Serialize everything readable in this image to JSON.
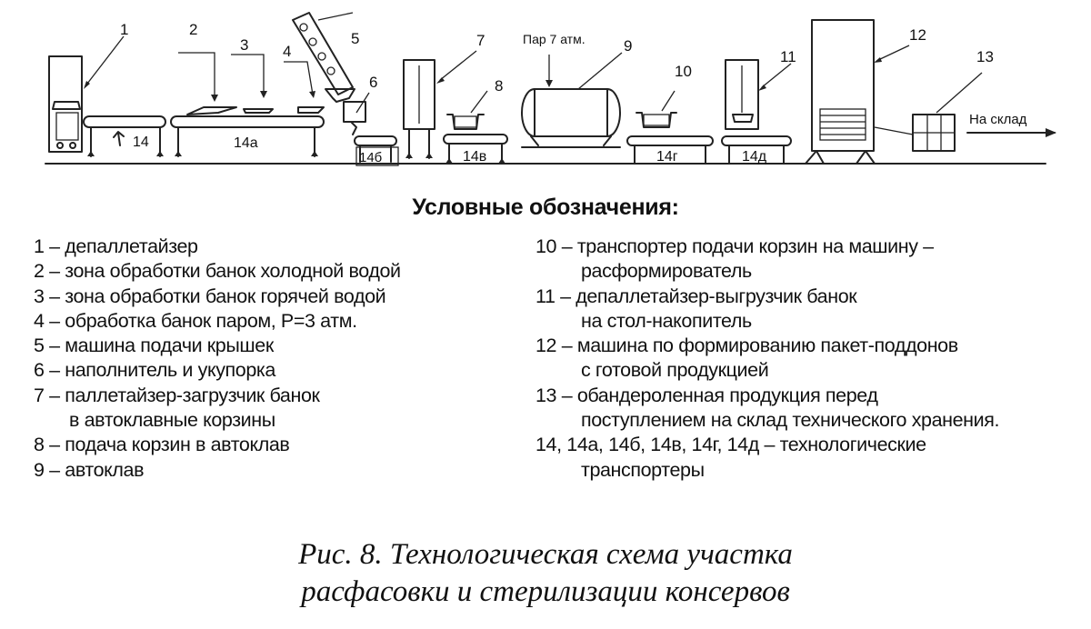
{
  "scheme": {
    "callouts": [
      "1",
      "2",
      "3",
      "4",
      "5",
      "6",
      "7",
      "8",
      "9",
      "10",
      "11",
      "12",
      "13"
    ],
    "conveyors": [
      "14",
      "14а",
      "14б",
      "14в",
      "14г",
      "14д"
    ],
    "steam_label": "Пар 7 атм.",
    "exit_label": "На склад"
  },
  "legend": {
    "title": "Условные обозначения:",
    "left": [
      {
        "lines": [
          "1 – депаллетайзер"
        ]
      },
      {
        "lines": [
          "2 – зона обработки банок холодной водой"
        ]
      },
      {
        "lines": [
          "3 – зона обработки банок горячей водой"
        ]
      },
      {
        "lines": [
          "4 – обработка банок паром, Р=3 атм."
        ]
      },
      {
        "lines": [
          "5 – машина подачи крышек"
        ]
      },
      {
        "lines": [
          "6 – наполнитель и укупорка"
        ]
      },
      {
        "lines": [
          "7 – паллетайзер-загрузчик банок",
          "в автоклавные корзины"
        ]
      },
      {
        "lines": [
          "8 – подача корзин в автоклав"
        ]
      },
      {
        "lines": [
          "9 – автоклав"
        ]
      }
    ],
    "right": [
      {
        "lines": [
          "10 – транспортер подачи корзин на машину –",
          "расформирователь"
        ]
      },
      {
        "lines": [
          "11 – депаллетайзер-выгрузчик банок",
          "на стол-накопитель"
        ]
      },
      {
        "lines": [
          "12 – машина по формированию пакет-поддонов",
          "с готовой продукцией"
        ]
      },
      {
        "lines": [
          "13 – обандероленная продукция перед",
          "поступлением на склад технического хранения."
        ]
      },
      {
        "lines": [
          "14, 14а, 14б, 14в, 14г, 14д – технологические",
          "транспортеры"
        ]
      }
    ]
  },
  "caption": {
    "line1": "Рис. 8. Технологическая схема участка",
    "line2": "расфасовки и стерилизации консервов"
  }
}
